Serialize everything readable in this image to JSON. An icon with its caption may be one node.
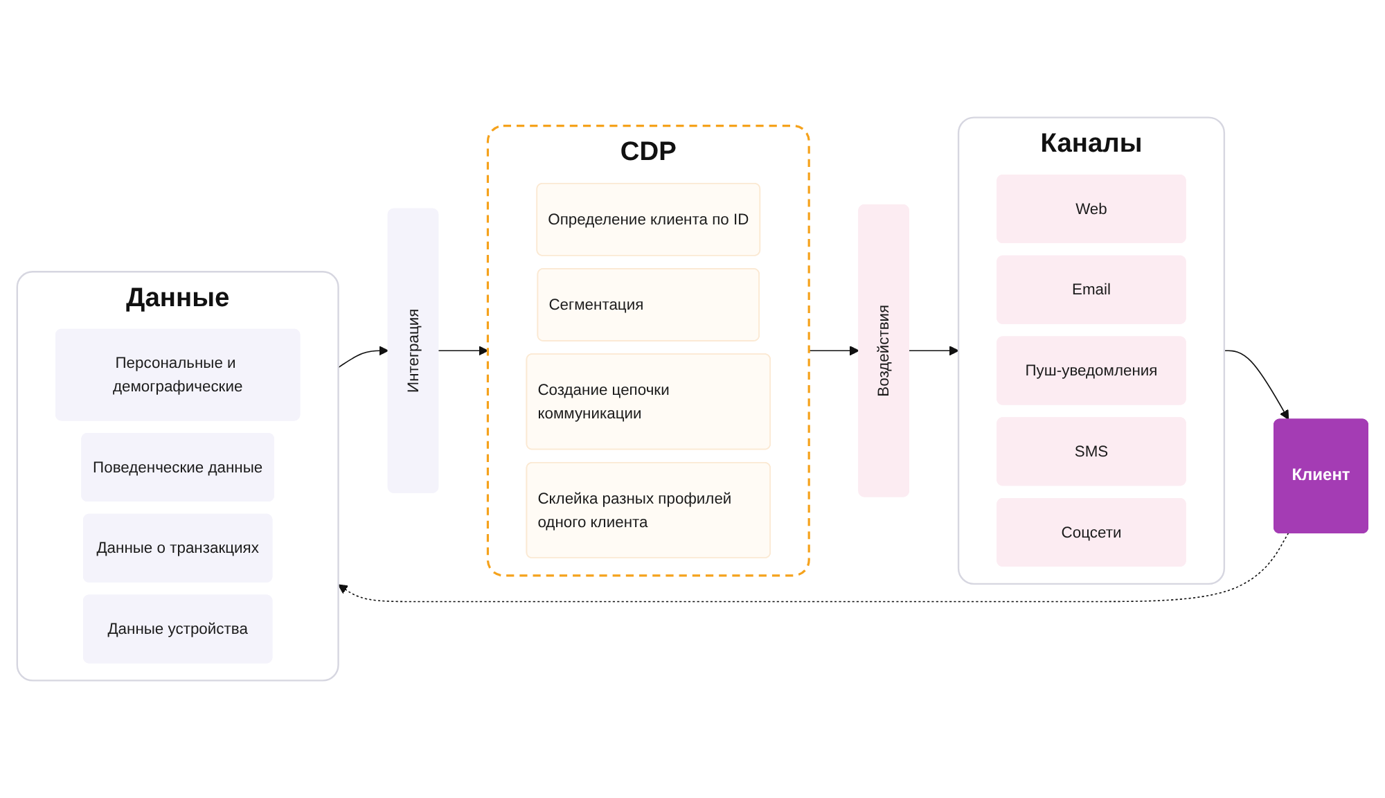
{
  "diagram": {
    "nodes": [
      {
        "text": [
          "Данные"
        ]
      },
      {
        "text": [
          "Персональные и демографические"
        ],
        "in": 0
      },
      {
        "text": [
          "Поведенческие данные"
        ],
        "in": 0
      },
      {
        "text": [
          "Данные о транзакциях"
        ],
        "in": 0
      },
      {
        "text": [
          "Данные устройства"
        ],
        "in": 0
      },
      {
        "text": [
          "Интеграция"
        ]
      },
      {
        "text": [
          "CDP"
        ]
      },
      {
        "text": [
          "Определение клиента по ID"
        ],
        "in": 6
      },
      {
        "text": [
          "Сегментация"
        ],
        "in": 6
      },
      {
        "text": [
          "Создание цепочки коммуникации"
        ],
        "in": 6
      },
      {
        "text": [
          "Склейка разных профилей одного клиента"
        ],
        "in": 6
      },
      {
        "text": [
          "Воздействия"
        ]
      },
      {
        "text": [
          "Каналы"
        ]
      },
      {
        "text": [
          "Web"
        ],
        "in": 12
      },
      {
        "text": [
          "Email"
        ],
        "in": 12
      },
      {
        "text": [
          "Пуш-уведомления"
        ],
        "in": 12
      },
      {
        "text": [
          "SMS"
        ],
        "in": 12
      },
      {
        "text": [
          "Соцсети"
        ],
        "in": 12
      },
      {
        "text": [
          "Клиент"
        ]
      }
    ],
    "edges": [
      {
        "from": 0,
        "to": 5,
        "arrow": "to"
      },
      {
        "from": 5,
        "to": 6,
        "arrow": "to"
      },
      {
        "from": 6,
        "to": 11,
        "arrow": "to"
      },
      {
        "from": 11,
        "to": 12,
        "arrow": "to"
      },
      {
        "from": 12,
        "to": 18,
        "arrow": "to"
      },
      {
        "from": 18,
        "to": 0,
        "arrow": "to",
        "style": "dashed"
      }
    ]
  }
}
